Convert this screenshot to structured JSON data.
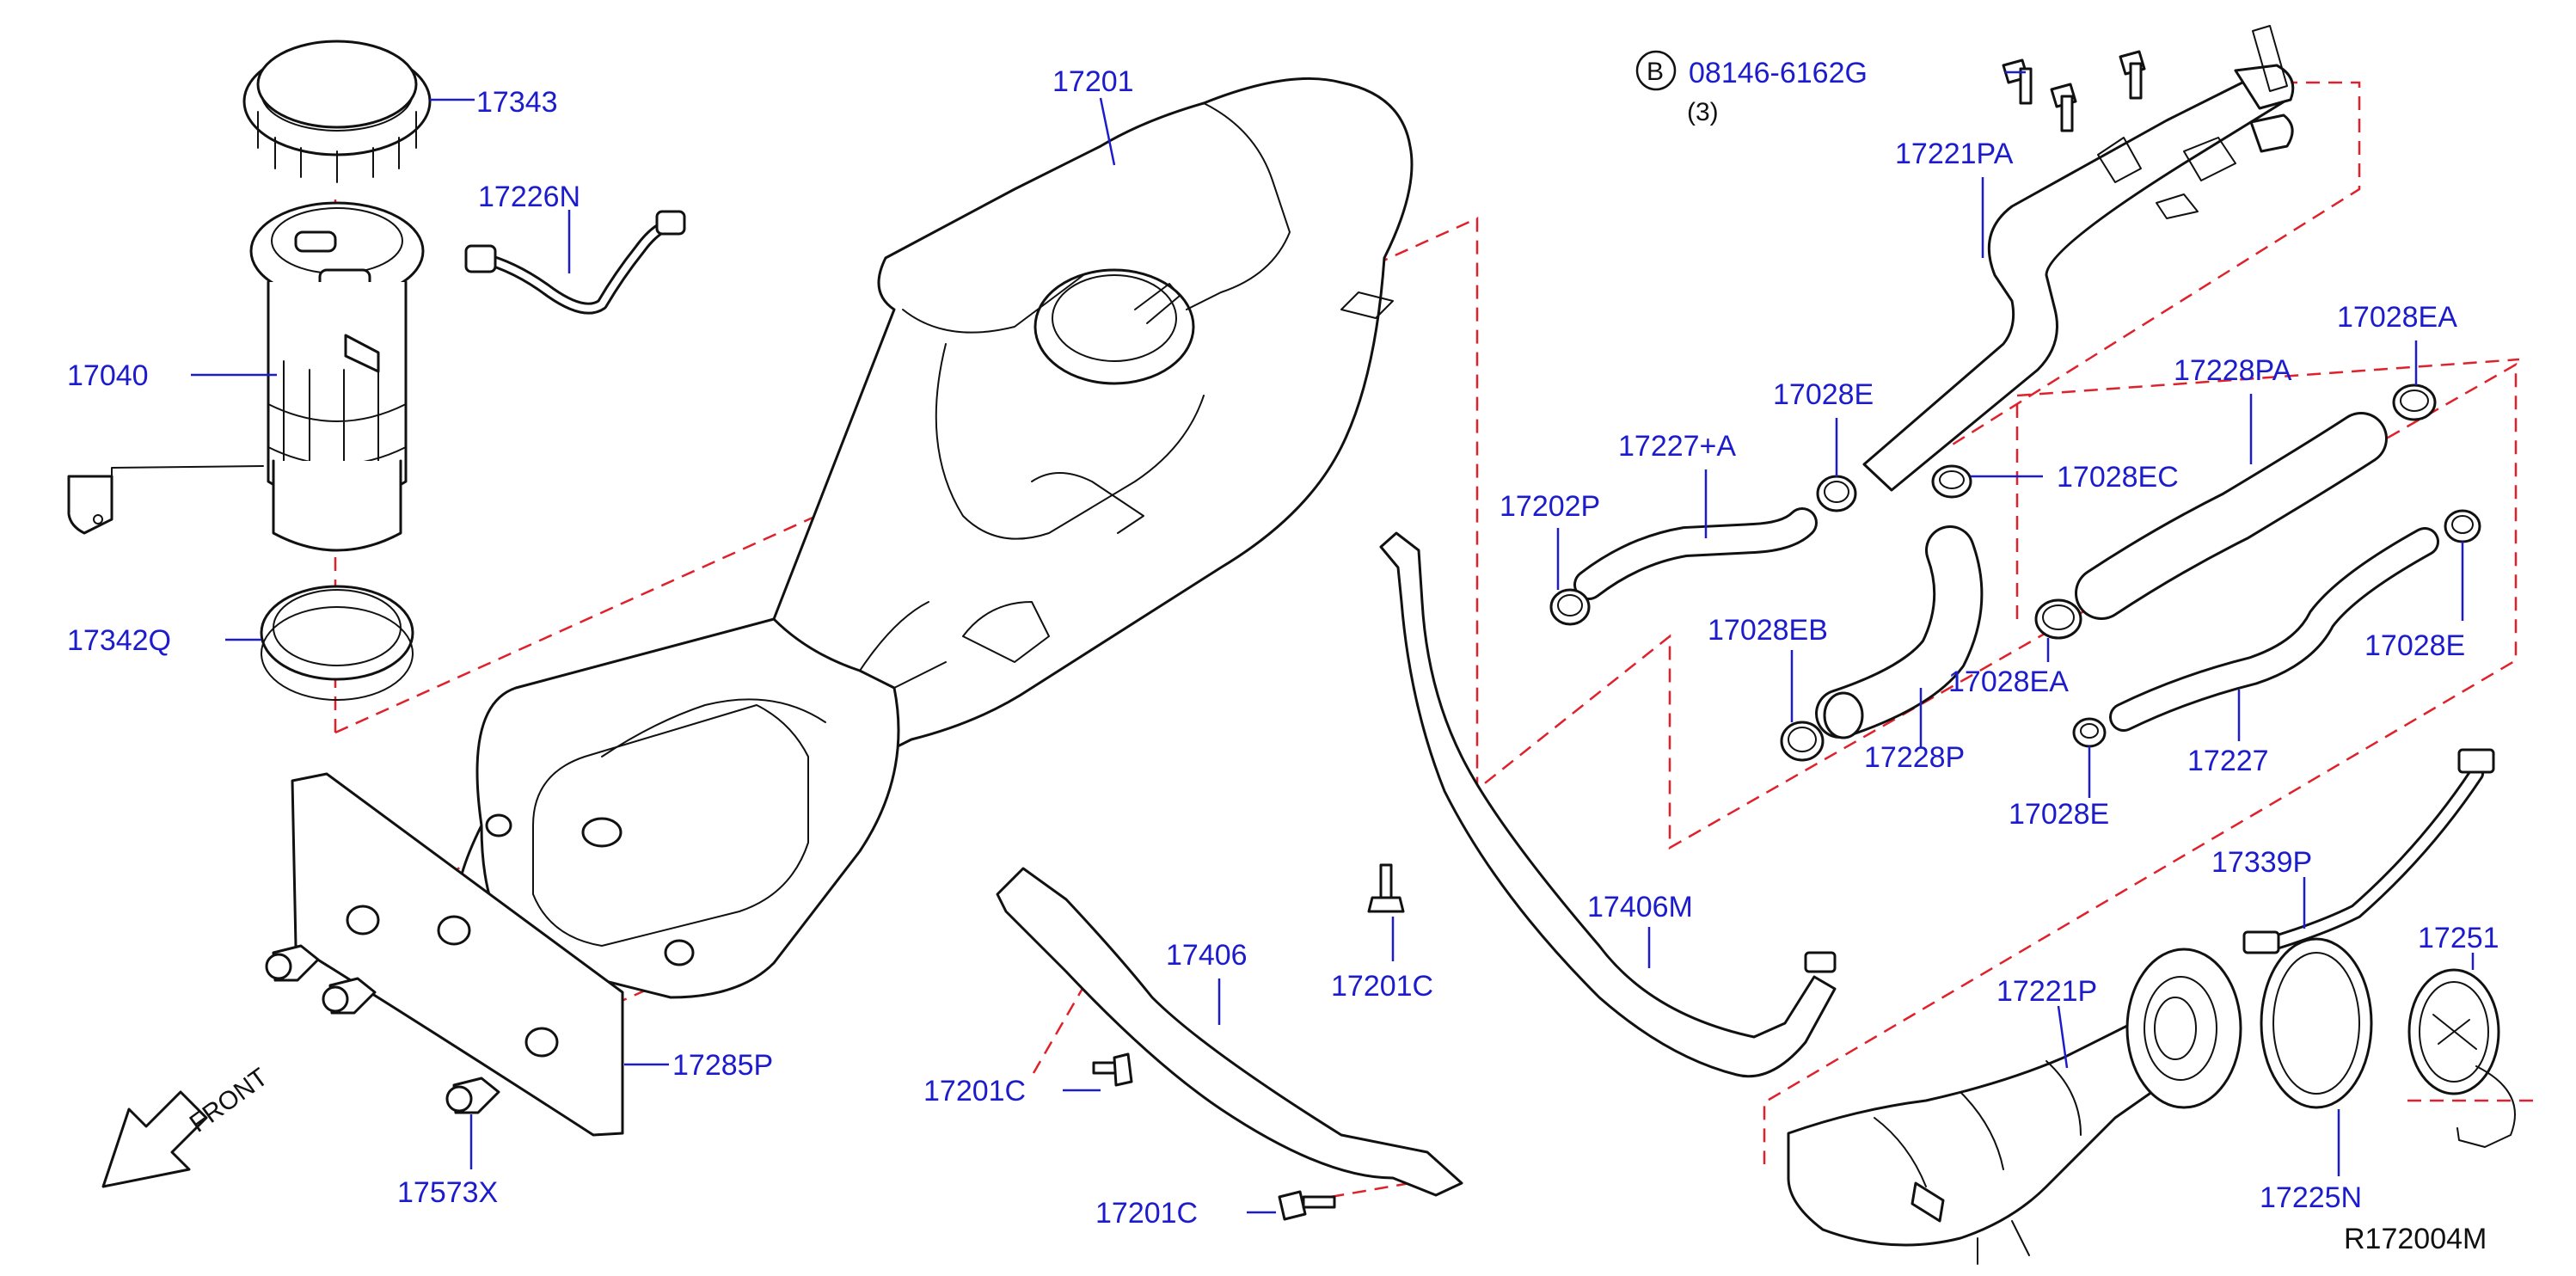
{
  "diagram": {
    "part_numbers": {
      "p17343": "17343",
      "p17226N": "17226N",
      "p17040": "17040",
      "p17342Q": "17342Q",
      "p17201": "17201",
      "p17285P": "17285P",
      "p17573X": "17573X",
      "p17406": "17406",
      "p17201C_a": "17201C",
      "p17201C_b": "17201C",
      "p17201C_c": "17201C",
      "p17406M": "17406M",
      "p17221PA": "17221PA",
      "p17028E_top": "17028E",
      "p17227A": "17227+A",
      "p17202P": "17202P",
      "p17028EC": "17028EC",
      "p17028EB": "17028EB",
      "p17228P": "17228P",
      "p17028EA_top": "17028EA",
      "p17228PA": "17228PA",
      "p17028EA_bottom": "17028EA",
      "p17028E_right": "17028E",
      "p17227": "17227",
      "p17028E_bottom": "17028E",
      "p17339P": "17339P",
      "p17251": "17251",
      "p17221P": "17221P",
      "p17225N": "17225N"
    },
    "bolt_callout": {
      "circle_letter": "B",
      "part_number": "08146-6162G",
      "quantity": "(3)"
    },
    "front_indicator": "FRONT",
    "reference_code": "R172004M",
    "colors": {
      "label_blue": "#1c1ccc",
      "line_black": "#111111",
      "dash_red": "#e0202a"
    }
  }
}
